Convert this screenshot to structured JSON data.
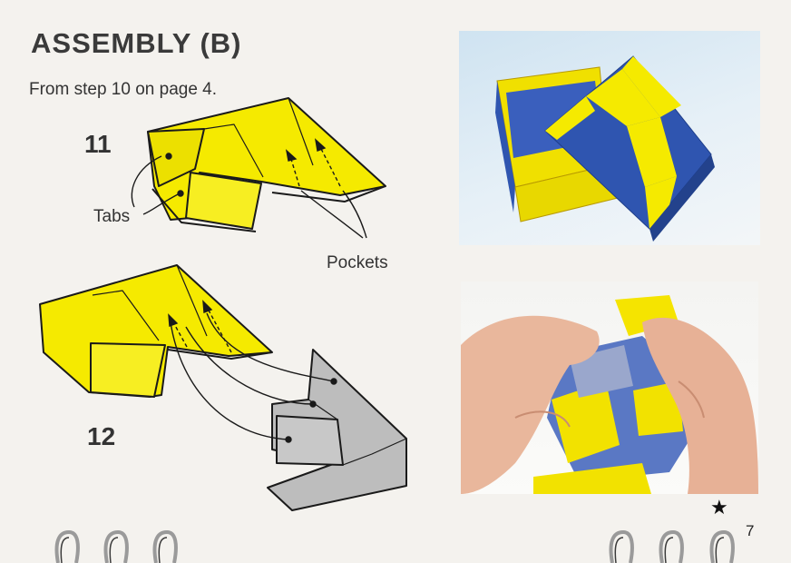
{
  "title": "ASSEMBLY (B)",
  "subtitle": "From step 10 on page 4.",
  "steps": {
    "step11": "11",
    "step12": "12"
  },
  "labels": {
    "tabs": "Tabs",
    "pockets": "Pockets"
  },
  "page_number": "7",
  "star": "★",
  "colors": {
    "yellow": "#f5ea00",
    "blue": "#2f55b0",
    "gray": "#bdbdbd",
    "outline": "#1a1a1a"
  },
  "photos": [
    {
      "description_icon": "photo-finished-box"
    },
    {
      "description_icon": "photo-hands-assembling"
    }
  ]
}
